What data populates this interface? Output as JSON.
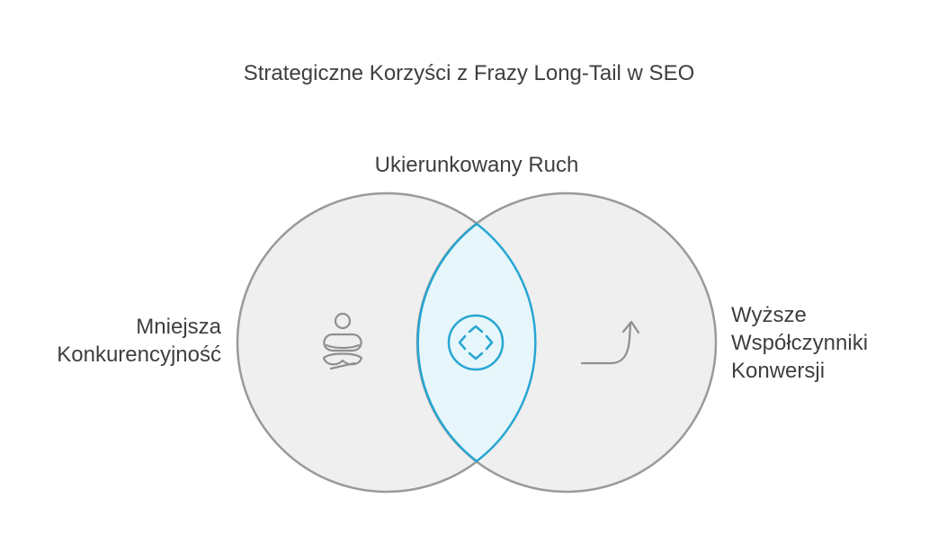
{
  "title": "Strategiczne Korzyści z Frazy Long-Tail w SEO",
  "sets": {
    "top": {
      "label": "Ukierunkowany Ruch",
      "icon": "target-arrows-icon"
    },
    "left": {
      "label_lines": [
        "Mniejsza",
        "Konkurencyjność"
      ],
      "icon": "meditation-person-icon"
    },
    "right": {
      "label_lines": [
        "Wyższe",
        "Współczynniki",
        "Konwersji"
      ],
      "icon": "growth-arrow-icon"
    }
  },
  "colors": {
    "circle_fill": "#efefef",
    "circle_stroke": "#9a9a9a",
    "intersection_fill": "#e6f6fb",
    "intersection_stroke": "#27a6d2",
    "icon_gray": "#8f8f8f",
    "text": "#3f3f3f"
  }
}
